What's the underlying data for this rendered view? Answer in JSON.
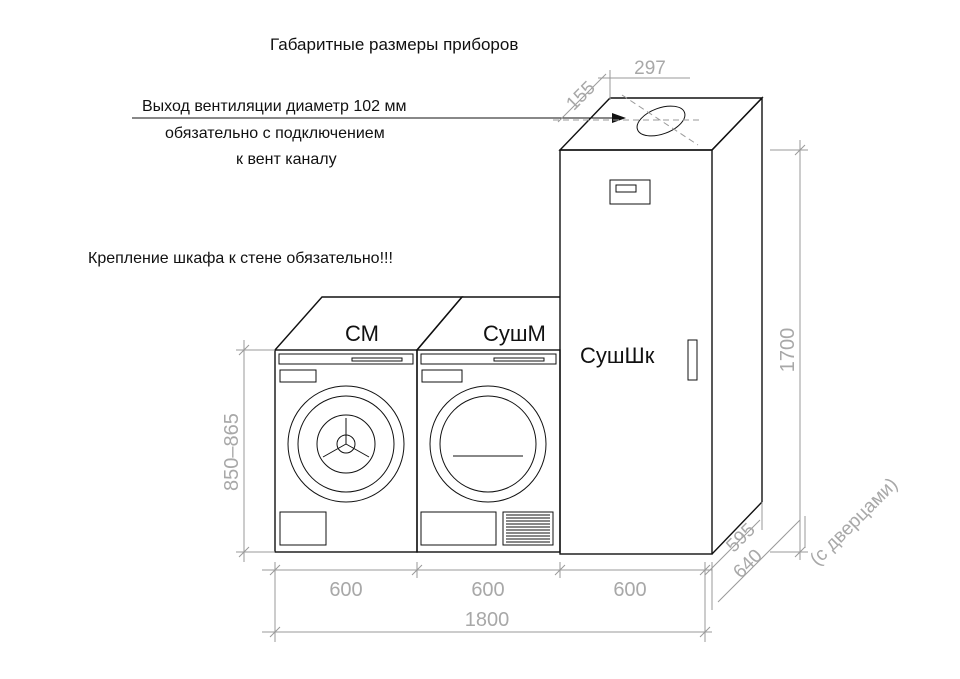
{
  "title": "Габаритные размеры приборов",
  "vent_note": [
    "Выход вентиляции диаметр 102 мм",
    "обязательно с подключением",
    "к вент каналу"
  ],
  "mount_note": "Крепление шкафа к стене обязательно!!!",
  "labels": {
    "washer": "СМ",
    "dryer": "СушМ",
    "cabinet": "СушШк"
  },
  "dimensions": {
    "width_each": [
      "600",
      "600",
      "600"
    ],
    "width_total": "1800",
    "height_machines": "850–865",
    "height_cabinet": "1700",
    "depth": "595",
    "depth_with_doors": "640",
    "depth_note": "(с дверцами)",
    "vent_offset_x": "155",
    "vent_offset_y": "297"
  },
  "colors": {
    "line": "#111111",
    "dimension": "#9a9a9a"
  }
}
